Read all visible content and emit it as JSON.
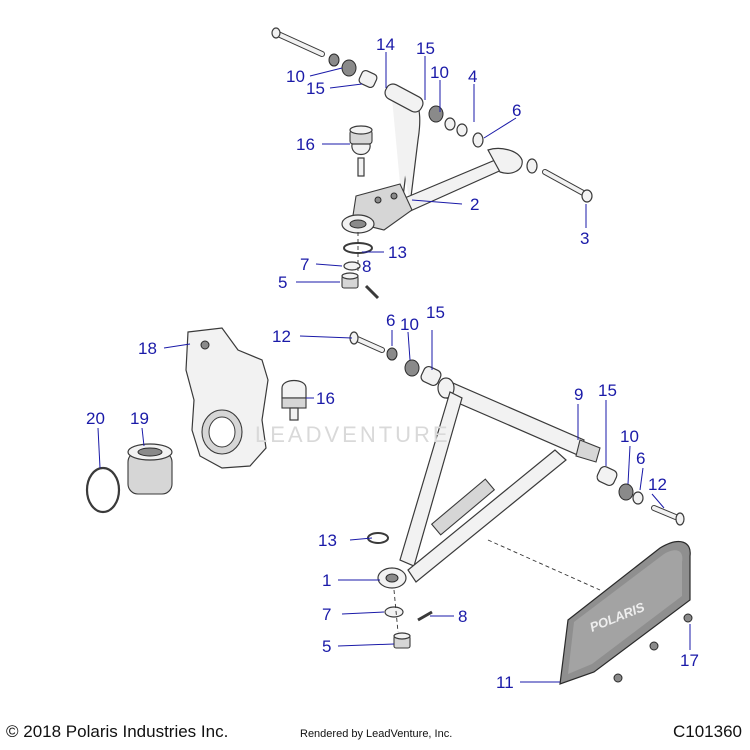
{
  "callouts": [
    {
      "id": "c14a",
      "label": "14"
    },
    {
      "id": "c15a",
      "label": "15"
    },
    {
      "id": "c10a",
      "label": "10"
    },
    {
      "id": "c15b",
      "label": "15"
    },
    {
      "id": "c10b",
      "label": "10"
    },
    {
      "id": "c4",
      "label": "4"
    },
    {
      "id": "c6a",
      "label": "6"
    },
    {
      "id": "c16a",
      "label": "16"
    },
    {
      "id": "c2",
      "label": "2"
    },
    {
      "id": "c3",
      "label": "3"
    },
    {
      "id": "c13a",
      "label": "13"
    },
    {
      "id": "c7a",
      "label": "7"
    },
    {
      "id": "c8a",
      "label": "8"
    },
    {
      "id": "c5a",
      "label": "5"
    },
    {
      "id": "c6b",
      "label": "6"
    },
    {
      "id": "c10c",
      "label": "10"
    },
    {
      "id": "c15c",
      "label": "15"
    },
    {
      "id": "c12a",
      "label": "12"
    },
    {
      "id": "c18",
      "label": "18"
    },
    {
      "id": "c16b",
      "label": "16"
    },
    {
      "id": "c9",
      "label": "9"
    },
    {
      "id": "c15d",
      "label": "15"
    },
    {
      "id": "c10d",
      "label": "10"
    },
    {
      "id": "c6c",
      "label": "6"
    },
    {
      "id": "c12b",
      "label": "12"
    },
    {
      "id": "c20",
      "label": "20"
    },
    {
      "id": "c19",
      "label": "19"
    },
    {
      "id": "c13b",
      "label": "13"
    },
    {
      "id": "c1",
      "label": "1"
    },
    {
      "id": "c7b",
      "label": "7"
    },
    {
      "id": "c8b",
      "label": "8"
    },
    {
      "id": "c5b",
      "label": "5"
    },
    {
      "id": "c17",
      "label": "17"
    },
    {
      "id": "c11",
      "label": "11"
    }
  ],
  "guard_brand": "POLARIS",
  "watermark": "LEADVENTURE",
  "footer": {
    "copyright": "© 2018 Polaris Industries Inc.",
    "rendered_by": "Rendered by LeadVenture, Inc.",
    "diagram_code": "C101360"
  }
}
